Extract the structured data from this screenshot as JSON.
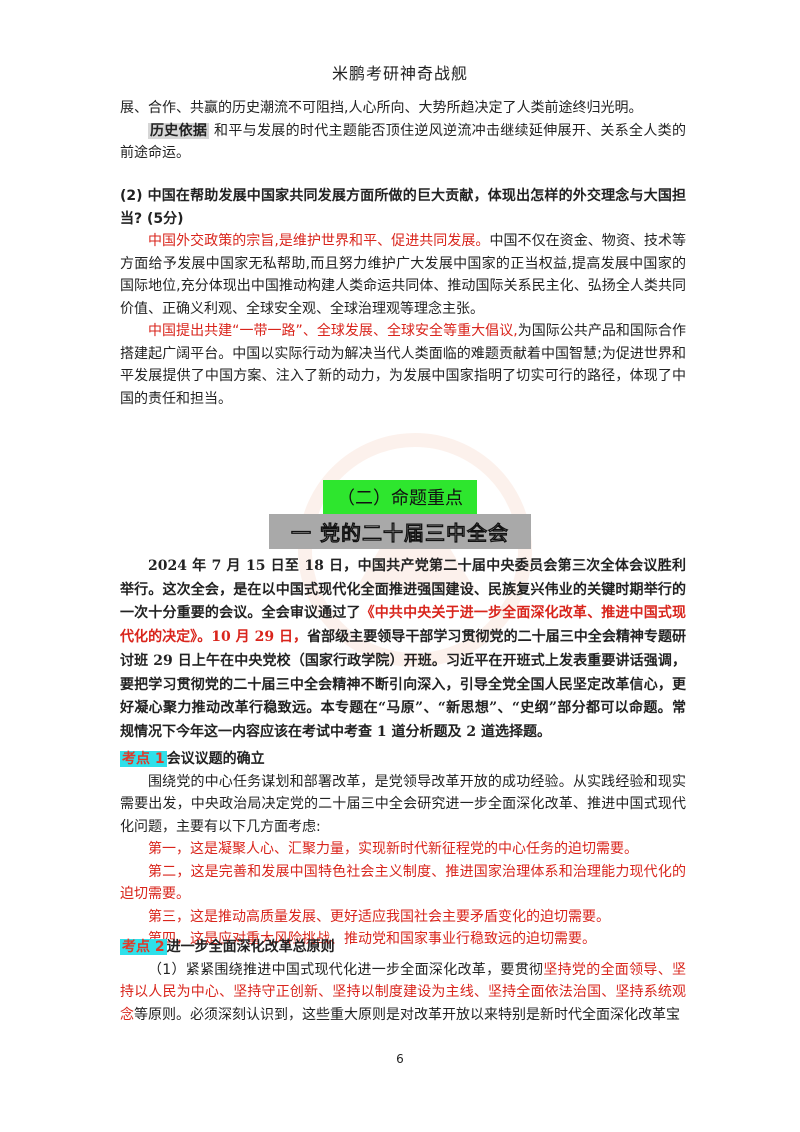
{
  "header": "米鹏考研神奇战舰",
  "page_number": "6",
  "top": {
    "line1": "展、合作、共赢的历史潮流不可阻挡,人心所向、大势所趋决定了人类前途终归光明。",
    "hist_label": "历史依据",
    "hist_text": " 和平与发展的时代主题能否顶住逆风逆流冲击继续延伸展开、关系全人类的前途命运。"
  },
  "question": "(2) 中国在帮助发展中国家共同发展方面所做的巨大贡献，体现出怎样的外交理念与大国担当? (5分)",
  "answer1_red": "中国外交政策的宗旨,是维护世界和平、促进共同发展。",
  "answer1_rest": "中国不仅在资金、物资、技术等方面给予发展中国家无私帮助,而且努力维护广大发展中国家的正当权益,提高发展中国家的国际地位,充分体现出中国推动构建人类命运共同体、推动国际关系民主化、弘扬全人类共同价值、正确义利观、全球安全观、全球治理观等理念主张。",
  "answer2_red": "中国提出共建“一带一路”、全球发展、全球安全等重大倡议,",
  "answer2_rest": "为国际公共产品和国际合作搭建起广阔平台。中国以实际行动为解决当代人类面临的难题贡献着中国智慧;为促进世界和平发展提供了中国方案、注入了新的动力，为发展中国家指明了切实可行的路径，体现了中国的责任和担当。",
  "section_title": "（二）命题重点",
  "topic_title": "一  党的二十届三中全会",
  "intro": {
    "part1": "2024 年 7 月 15 日至 18 日，中国共产党第二十届中央委员会第三次全体会议胜利举行。这次全会，是在以中国式现代化全面推进强国建设、民族复兴伟业的关键时期举行的一次十分重要的会议。全会审议通过了",
    "part2_red": "《中共中央关于进一步全面深化改革、推进中国式现代化的决定》。10 月 29 日，",
    "part3": "省部级主要领导干部学习贯彻党的二十届三中全会精神专题研讨班 29 日上午在中央党校（国家行政学院）开班。习近平在开班式上发表重要讲话强调，要把学习贯彻党的二十届三中全会精神不断引向深入，引导全党全国人民坚定改革信心，更好凝心聚力推动改革行稳致远。本专题在“马原”、“新思想”、“史纲”部分都可以命题。常规情况下今年这一内容应该在考试中考查 1 道分析题及 2 道选择题。"
  },
  "kd1": {
    "tag": "考点 1",
    "title": "会议议题的确立",
    "body": "围绕党的中心任务谋划和部署改革，是党领导改革开放的成功经验。从实践经验和现实需要出发，中央政治局决定党的二十届三中全会研究进一步全面深化改革、推进中国式现代化问题，主要有以下几方面考虑:",
    "items": [
      "第一，这是凝聚人心、汇聚力量，实现新时代新征程党的中心任务的迫切需要。",
      "第二，这是完善和发展中国特色社会主义制度、推进国家治理体系和治理能力现代化的迫切需要。",
      "第三，这是推动高质量发展、更好适应我国社会主要矛盾变化的迫切需要。",
      "第四，这是应对重大风险挑战、推动党和国家事业行稳致远的迫切需要。"
    ]
  },
  "kd2": {
    "tag": "考点 2",
    "title": "进一步全面深化改革总原则",
    "p_start": "（1）紧紧围绕推进中国式现代化进一步全面深化改革，要贯彻",
    "p_red": "坚持党的全面领导、坚持以人民为中心、坚持守正创新、坚持以制度建设为主线、坚持全面依法治国、坚持系统观念",
    "p_end": "等原则。必须深刻认识到，这些重大原则是对改革开放以来特别是新时代全面深化改革宝"
  },
  "colors": {
    "red": "#d9251c",
    "green": "#2ee62e",
    "cyan": "#2fe0ea",
    "gray": "#a9a9a9"
  }
}
